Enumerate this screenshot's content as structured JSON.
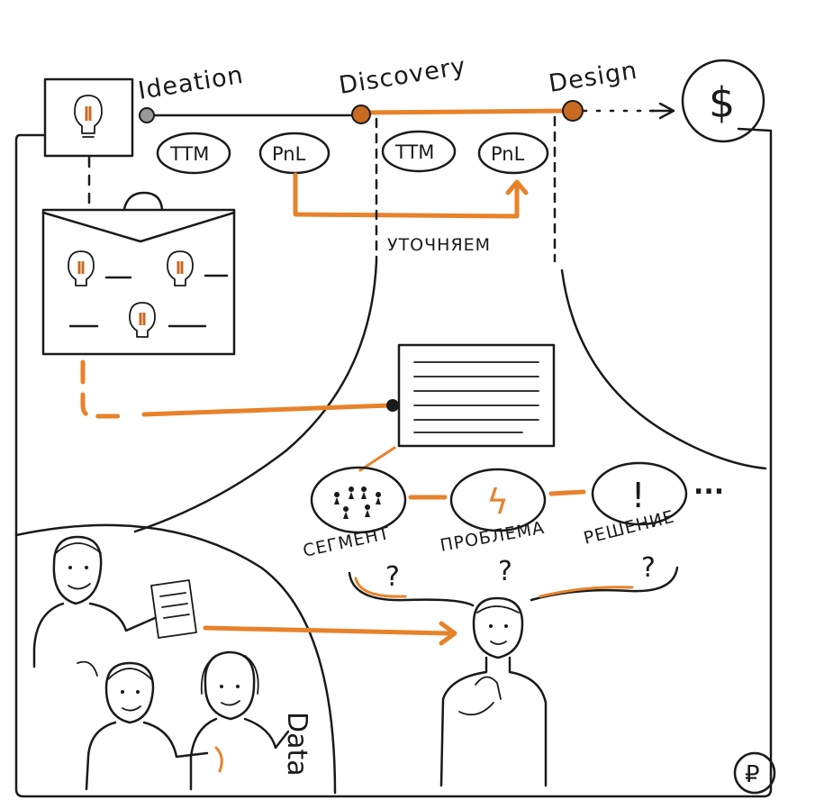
{
  "stages": {
    "ideation": "Ideation",
    "discovery": "Discovery",
    "design": "Design"
  },
  "pills": {
    "ttm_1": "TTM",
    "pnl_1": "PnL",
    "ttm_2": "TTM",
    "pnl_2": "PnL"
  },
  "refine_label": "УТОЧНЯЕМ",
  "segments": {
    "segment": "СЕГМЕНТ",
    "problem": "ПРОБЛЕМА",
    "solution": "РЕШЕНИЕ",
    "problem_symbol": "ϟ",
    "solution_symbol": "!",
    "ellipsis": "..."
  },
  "question_mark": "?",
  "data_label": "Data",
  "currency": {
    "dollar": "$",
    "ruble": "₽"
  },
  "colors": {
    "accent": "#e8822a",
    "ink": "#1a1a1a"
  },
  "icons": [
    "lightbulb-icon",
    "chess-pawn-icon",
    "lightning-icon",
    "document-icon",
    "person-icon"
  ]
}
